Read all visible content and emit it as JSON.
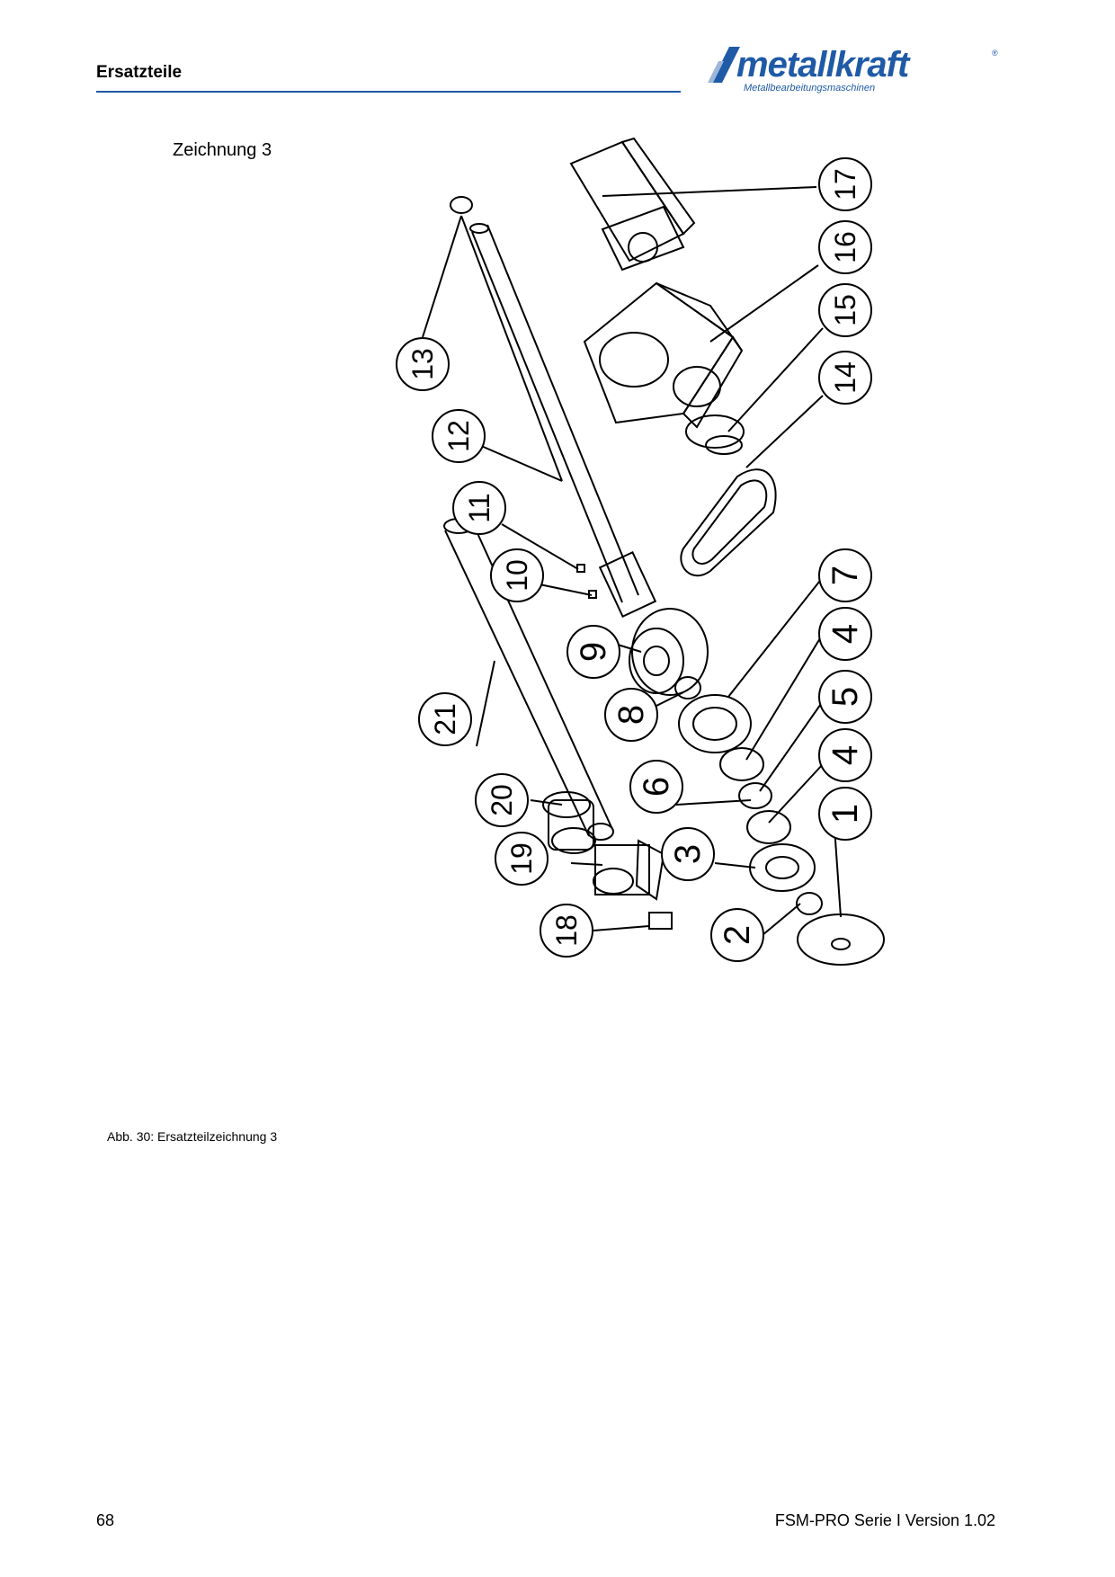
{
  "header": {
    "section_title": "Ersatzteile",
    "logo_word": "metallkraft",
    "logo_reg": "®",
    "logo_subtitle": "Metallbearbeitungsmaschinen"
  },
  "drawing": {
    "label": "Zeichnung 3",
    "callouts": [
      "1",
      "2",
      "3",
      "4",
      "5",
      "4",
      "6",
      "7",
      "8",
      "9",
      "10",
      "11",
      "12",
      "13",
      "14",
      "15",
      "16",
      "17",
      "18",
      "19",
      "20",
      "21"
    ]
  },
  "caption": "Abb. 30: Ersatzteilzeichnung 3",
  "footer": {
    "page_number": "68",
    "document": "FSM-PRO Serie I Version 1.02"
  },
  "colors": {
    "accent": "#1f5aa6"
  }
}
